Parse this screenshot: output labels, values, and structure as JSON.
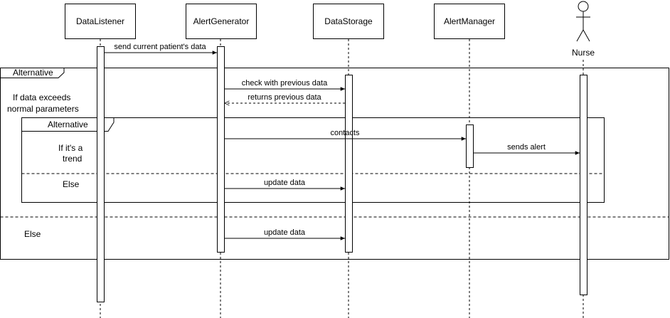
{
  "participants": [
    {
      "id": "datalistener",
      "label": "DataListener"
    },
    {
      "id": "alertgenerator",
      "label": "AlertGenerator"
    },
    {
      "id": "datastorage",
      "label": "DataStorage"
    },
    {
      "id": "alertmanager",
      "label": "AlertManager"
    },
    {
      "id": "nurse",
      "label": "Nurse",
      "kind": "actor"
    }
  ],
  "messages": [
    {
      "label": "send current patient's data",
      "from": "datalistener",
      "to": "alertgenerator",
      "style": "solid"
    },
    {
      "label": "check with previous data",
      "from": "alertgenerator",
      "to": "datastorage",
      "style": "solid"
    },
    {
      "label": "returns previous data",
      "from": "datastorage",
      "to": "alertgenerator",
      "style": "dashed"
    },
    {
      "label": "contacts",
      "from": "alertgenerator",
      "to": "alertmanager",
      "style": "solid"
    },
    {
      "label": "sends alert",
      "from": "alertmanager",
      "to": "nurse",
      "style": "solid"
    },
    {
      "label": "update data",
      "from": "alertgenerator",
      "to": "datastorage",
      "style": "solid"
    },
    {
      "label": "update data",
      "from": "alertgenerator",
      "to": "datastorage",
      "style": "solid"
    }
  ],
  "fragments": {
    "outer": {
      "label": "Alternative",
      "condition_line1": "If data exceeds",
      "condition_line2": "normal parameters",
      "else_label": "Else"
    },
    "inner": {
      "label": "Alternative",
      "condition_line1": "If it's a",
      "condition_line2": "trend",
      "else_label": "Else"
    }
  }
}
